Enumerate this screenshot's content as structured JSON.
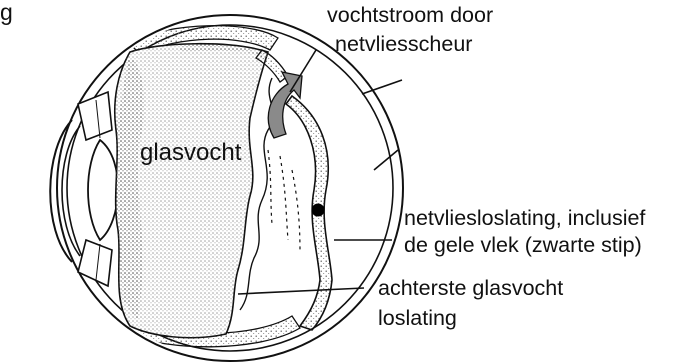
{
  "diagram": {
    "labels": {
      "title_fragment": "g",
      "vitreous": "glasvocht",
      "fluid_flow_line1": "vochtstroom door",
      "fluid_flow_line2": "netvliesscheur",
      "detachment_line1": "netvliesloslating, inclusief",
      "detachment_line2": "de gele vlek (zwarte stip)",
      "posterior_line1": "achterste glasvocht",
      "posterior_line2": "loslating"
    },
    "colors": {
      "ink": "#111111",
      "flow_arrow": "#8a8a8a",
      "macula_dot": "#000000",
      "stipple": "#555555"
    }
  }
}
